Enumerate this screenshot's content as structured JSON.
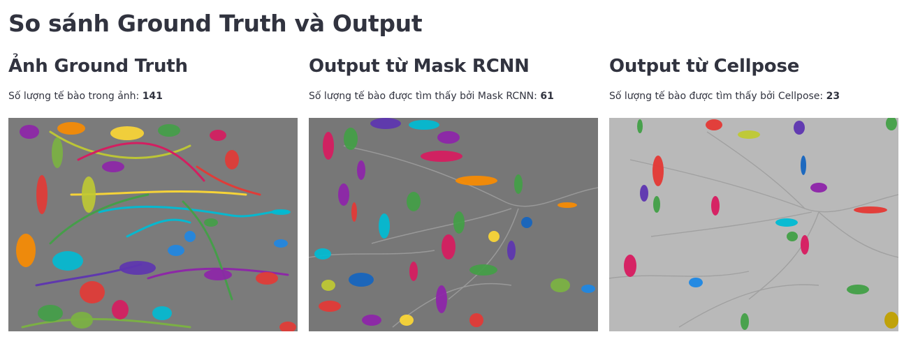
{
  "page": {
    "title": "So sánh Ground Truth và Output"
  },
  "columns": [
    {
      "heading": "Ảnh Ground Truth",
      "count_label": "Số lượng tế bào trong ảnh:",
      "count_value": "141",
      "image_icon": "cell-segmentation-ground-truth-image"
    },
    {
      "heading": "Output từ Mask RCNN",
      "count_label": "Số lượng tế bào được tìm thấy bởi Mask RCNN:",
      "count_value": "61",
      "image_icon": "cell-segmentation-mask-rcnn-image"
    },
    {
      "heading": "Output từ Cellpose",
      "count_label": "Số lượng tế bào được tìm thấy bởi Cellpose:",
      "count_value": "23",
      "image_icon": "cell-segmentation-cellpose-image"
    }
  ],
  "colors": {
    "gt_background": "#7b7b7b",
    "maskrcnn_background": "#777777",
    "cellpose_background": "#b9b9b9",
    "mask_palette": [
      "#e53935",
      "#8e24aa",
      "#5e35b1",
      "#1e88e5",
      "#00bcd4",
      "#43a047",
      "#7cb342",
      "#c0ca33",
      "#fdd835",
      "#fb8c00",
      "#d81b60",
      "#1565c0"
    ]
  }
}
